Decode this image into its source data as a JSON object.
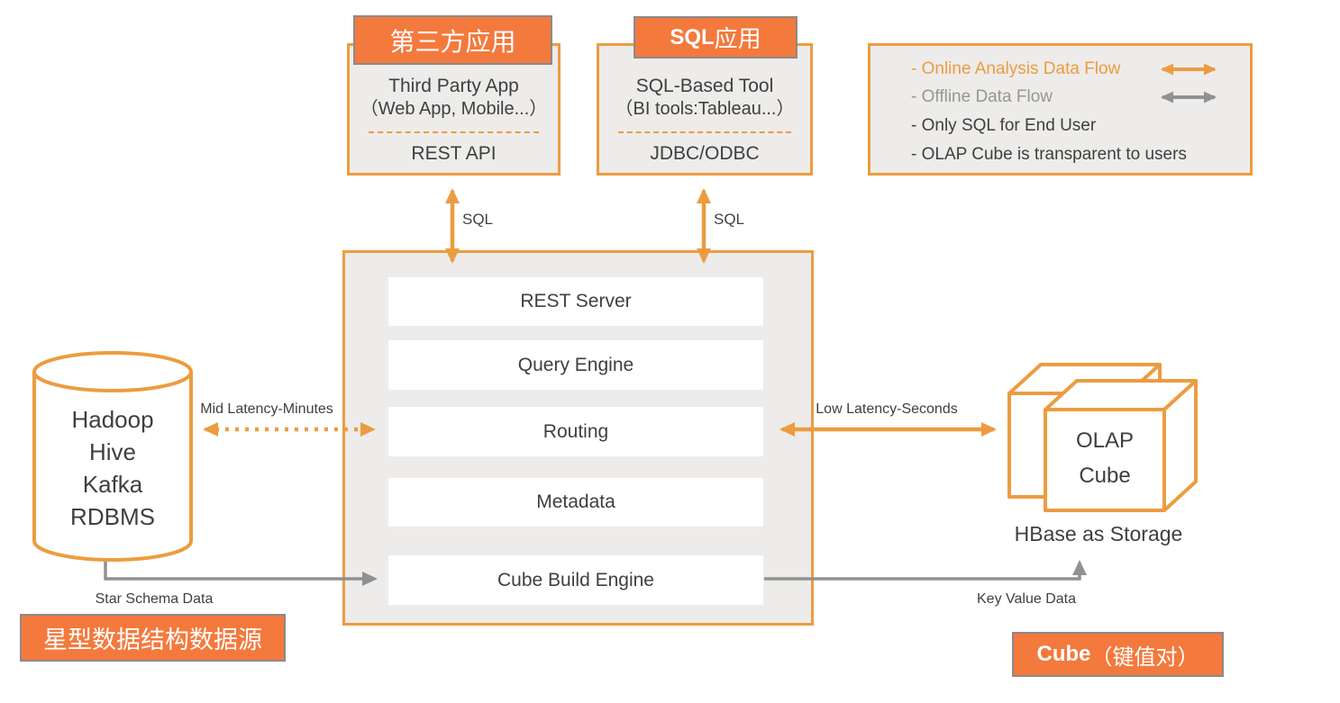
{
  "colors": {
    "accent_orange": "#EC9C40",
    "banner_orange": "#F4793D",
    "panel_gray": "#EDECEA",
    "flow_gray": "#919191",
    "text_dark": "#3F3F3F",
    "legend_gray_text": "#969696"
  },
  "third_party": {
    "tab": "第三方应用",
    "line1": "Third Party App",
    "line2": "（Web App, Mobile...）",
    "line3": "REST API"
  },
  "sql_app": {
    "tab_bold": "SQL",
    "tab_rest": "应用",
    "line1": "SQL-Based Tool",
    "line2": "（BI tools:Tableau...）",
    "line3": "JDBC/ODBC"
  },
  "legend": {
    "items": [
      {
        "label": "- Online Analysis Data Flow",
        "arrow": "orange"
      },
      {
        "label": "- Offline Data Flow",
        "arrow": "gray"
      },
      {
        "label": "- Only SQL for End User",
        "arrow": "none"
      },
      {
        "label": "- OLAP Cube is transparent to users",
        "arrow": "none"
      }
    ]
  },
  "core_engine": {
    "rows": [
      "REST Server",
      "Query Engine",
      "Routing",
      "Metadata",
      "Cube Build Engine"
    ]
  },
  "datasource": {
    "lines": [
      "Hadoop",
      "Hive",
      "Kafka",
      "RDBMS"
    ]
  },
  "storage": {
    "cube_line1": "OLAP",
    "cube_line2": "Cube",
    "caption": "HBase  as Storage"
  },
  "flow_labels": {
    "sql_left": "SQL",
    "sql_right": "SQL",
    "mid_latency": "Mid Latency-Minutes",
    "low_latency": "Low Latency-Seconds",
    "star_schema": "Star Schema Data",
    "key_value": "Key Value Data"
  },
  "banners": {
    "star_source": "星型数据结构数据源",
    "cube_kv_bold": "Cube",
    "cube_kv_rest": "（键值对）"
  }
}
